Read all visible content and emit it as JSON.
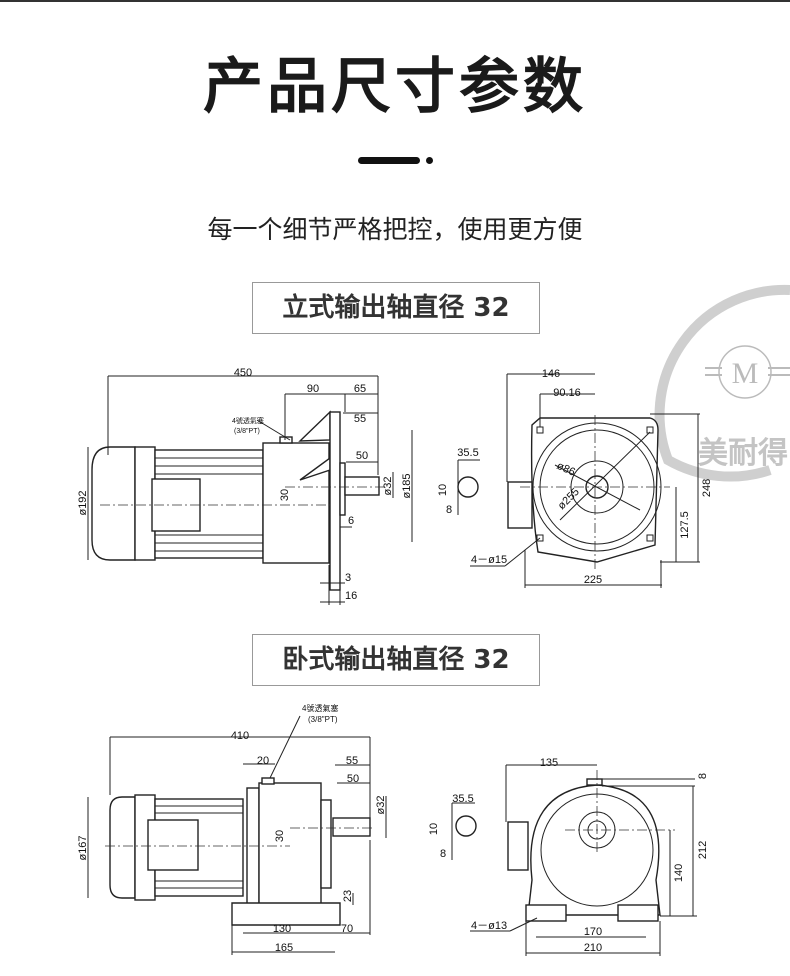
{
  "header": {
    "title": "产品尺寸参数",
    "subtitle": "每一个细节严格把控，使用更方便"
  },
  "watermark": {
    "logo_letter": "M",
    "brand": "美耐得"
  },
  "sections": [
    {
      "heading": "立式输出轴直径 32",
      "side_view": {
        "total_length": "450",
        "d90": "90",
        "d65": "65",
        "d55": "55",
        "d50": "50",
        "shaft_dia": "ø32",
        "flange_dia": "ø185",
        "motor_dia": "ø192",
        "offset": "30",
        "d6": "6",
        "d3": "3",
        "d16": "16",
        "vent_note": "4號透氣塞",
        "vent_spec": "(3/8\"PT)"
      },
      "front_view": {
        "d146": "146",
        "d90_16": "90.16",
        "d248": "248",
        "d127_5": "127.5",
        "d225": "225",
        "pcd_inner": "ø86",
        "pcd_outer": "ø255",
        "holes": "4－ø15",
        "key_width": "35.5",
        "key_10": "10",
        "key_8": "8"
      }
    },
    {
      "heading": "卧式输出轴直径 32",
      "side_view": {
        "total_length": "410",
        "d20": "20",
        "d55": "55",
        "d50": "50",
        "shaft_dia": "ø32",
        "motor_dia": "ø167",
        "offset": "30",
        "d23": "23",
        "d130": "130",
        "d70": "70",
        "d165": "165",
        "vent_note": "4號透氣塞",
        "vent_spec": "(3/8\"PT)"
      },
      "front_view": {
        "d135": "135",
        "d8": "8",
        "d212": "212",
        "d140": "140",
        "d170": "170",
        "d210": "210",
        "holes": "4－ø13",
        "key_width": "35.5",
        "key_10": "10",
        "key_8": "8"
      }
    }
  ]
}
